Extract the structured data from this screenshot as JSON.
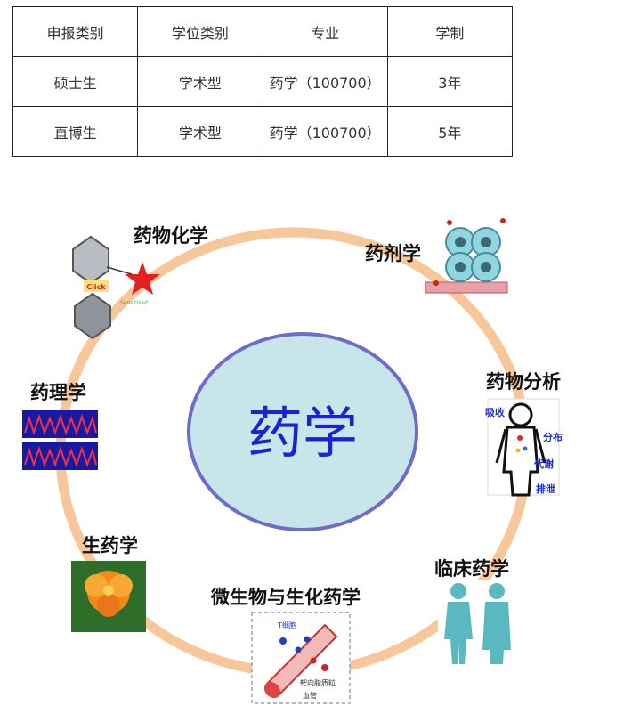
{
  "table": {
    "headers": [
      "申报类别",
      "学位类别",
      "专业",
      "学制"
    ],
    "rows": [
      [
        "硕士生",
        "学术型",
        "药学（100700）",
        "3年"
      ],
      [
        "直博生",
        "学术型",
        "药学（100700）",
        "5年"
      ]
    ]
  },
  "diagram": {
    "center": "药学",
    "nodes": [
      {
        "label": "药物化学"
      },
      {
        "label": "药剂学"
      },
      {
        "label": "药物分析"
      },
      {
        "label": "临床药学"
      },
      {
        "label": "微生物与生化药学"
      },
      {
        "label": "生药学"
      },
      {
        "label": "药理学"
      }
    ],
    "body_labels": [
      "吸收",
      "分布",
      "代谢",
      "排泄"
    ],
    "vessel_labels": [
      "T细胞",
      "靶向脂质粒",
      "血管"
    ],
    "chem_labels": [
      "Click",
      "Sensitized"
    ],
    "colors": {
      "ring": "#f7c79a",
      "center_fill": "#c8e6ea",
      "center_stroke": "#6e6cc8",
      "center_text": "#1f1fd6"
    }
  }
}
